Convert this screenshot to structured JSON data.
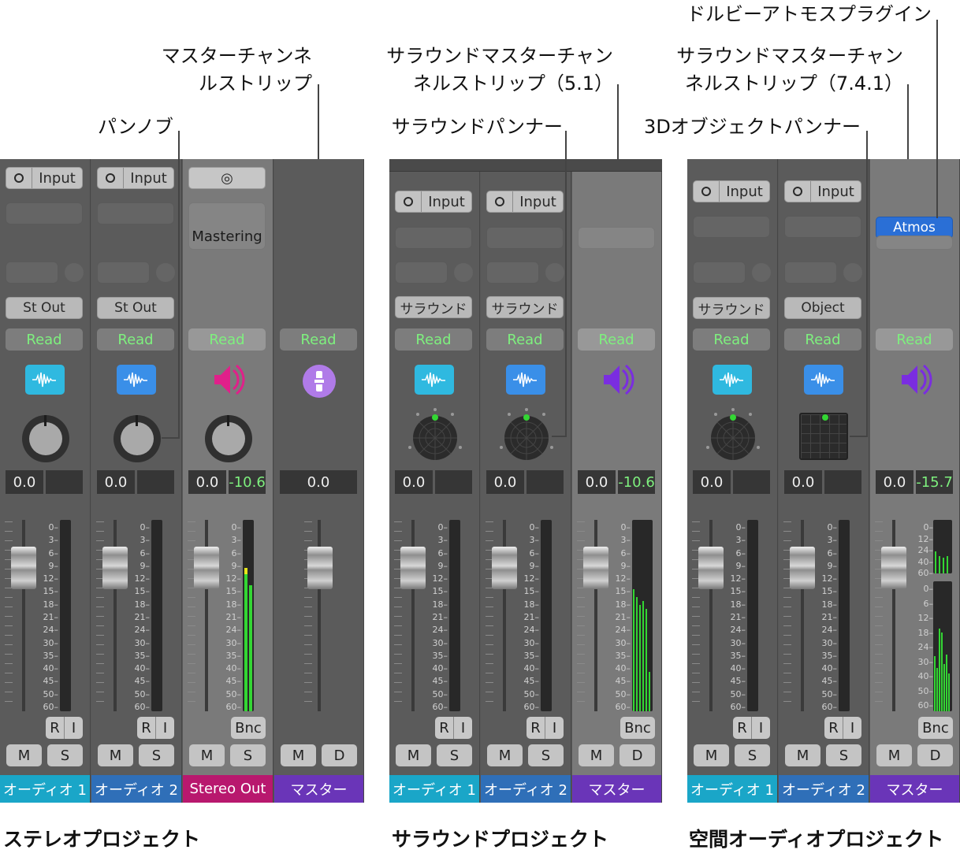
{
  "callouts": {
    "master_strip": "マスターチャンネ",
    "master_strip_2": "ルストリップ",
    "pan_knob": "パンノブ",
    "surround_master": "サラウンドマスターチャン",
    "surround_master_2": "ネルストリップ（5.1）",
    "surround_panner": "サラウンドパンナー",
    "dolby_plugin": "ドルビーアトモスプラグイン",
    "surround_master_714": "サラウンドマスターチャン",
    "surround_master_714_2": "ネルストリップ（7.4.1）",
    "object_panner": "3Dオブジェクトパンナー"
  },
  "captions": {
    "stereo": "ステレオプロジェクト",
    "surround": "サラウンドプロジェクト",
    "spatial": "空間オーディオプロジェクト"
  },
  "labels": {
    "input": "Input",
    "st_out": "St Out",
    "surround": "サラウンド",
    "object": "Object",
    "mastering": "Mastering",
    "atmos": "Atmos",
    "read": "Read",
    "r": "R",
    "i": "I",
    "bnc": "Bnc",
    "m": "M",
    "s": "S",
    "d": "D",
    "zero": "0.0"
  },
  "meter_values": {
    "stereo_out": "-10.6",
    "surround_master": "-10.6",
    "atmos_master": "-15.7"
  },
  "scale": [
    "0",
    "3",
    "6",
    "9",
    "12",
    "15",
    "18",
    "21",
    "24",
    "30",
    "35",
    "40",
    "45",
    "50",
    "60"
  ],
  "scale_atmos_top": [
    "0",
    "12",
    "24",
    "40",
    "60"
  ],
  "scale_atmos_bottom": [
    "0",
    "6",
    "12",
    "18",
    "24",
    "30",
    "40",
    "50",
    "60"
  ],
  "track_names": {
    "audio1": "オーディオ 1",
    "audio2": "オーディオ 2",
    "stereo_out": "Stereo Out",
    "master": "マスター"
  },
  "colors": {
    "audio1": "#1aa6c8",
    "audio2": "#2f6fb8",
    "stereo_out": "#b8186e",
    "master": "#6a35b8",
    "atmos_blue": "#2a6fd6"
  }
}
